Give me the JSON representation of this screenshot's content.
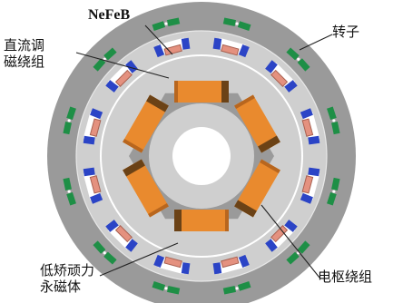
{
  "labels": {
    "ndfeb": "NeFeB",
    "dc_coil": "直流调\n磁绕组",
    "rotor": "转子",
    "magnet": "低矫顽力\n永磁体",
    "armature": "电枢绕组"
  },
  "colors": {
    "outer_ring": "#9a9a9a",
    "rotor_ring": "#cfcfcf",
    "core": "#9a9a9a",
    "coil_orange": "#e98a2e",
    "coil_dark": "#6b4216",
    "magnet_blue": "#2b44c6",
    "pink_coil": "#e4917f",
    "green_ndfeb": "#1e8f46",
    "white": "#ffffff"
  },
  "counts": {
    "rotor_modules": 12,
    "armature_coils": 6
  },
  "icons": {
    "ndfeb_magnet": "green-rectangle",
    "low_coercivity_magnet": "blue-rectangle",
    "dc_coil": "pink-rectangle",
    "armature_coil": "orange-rectangle"
  }
}
